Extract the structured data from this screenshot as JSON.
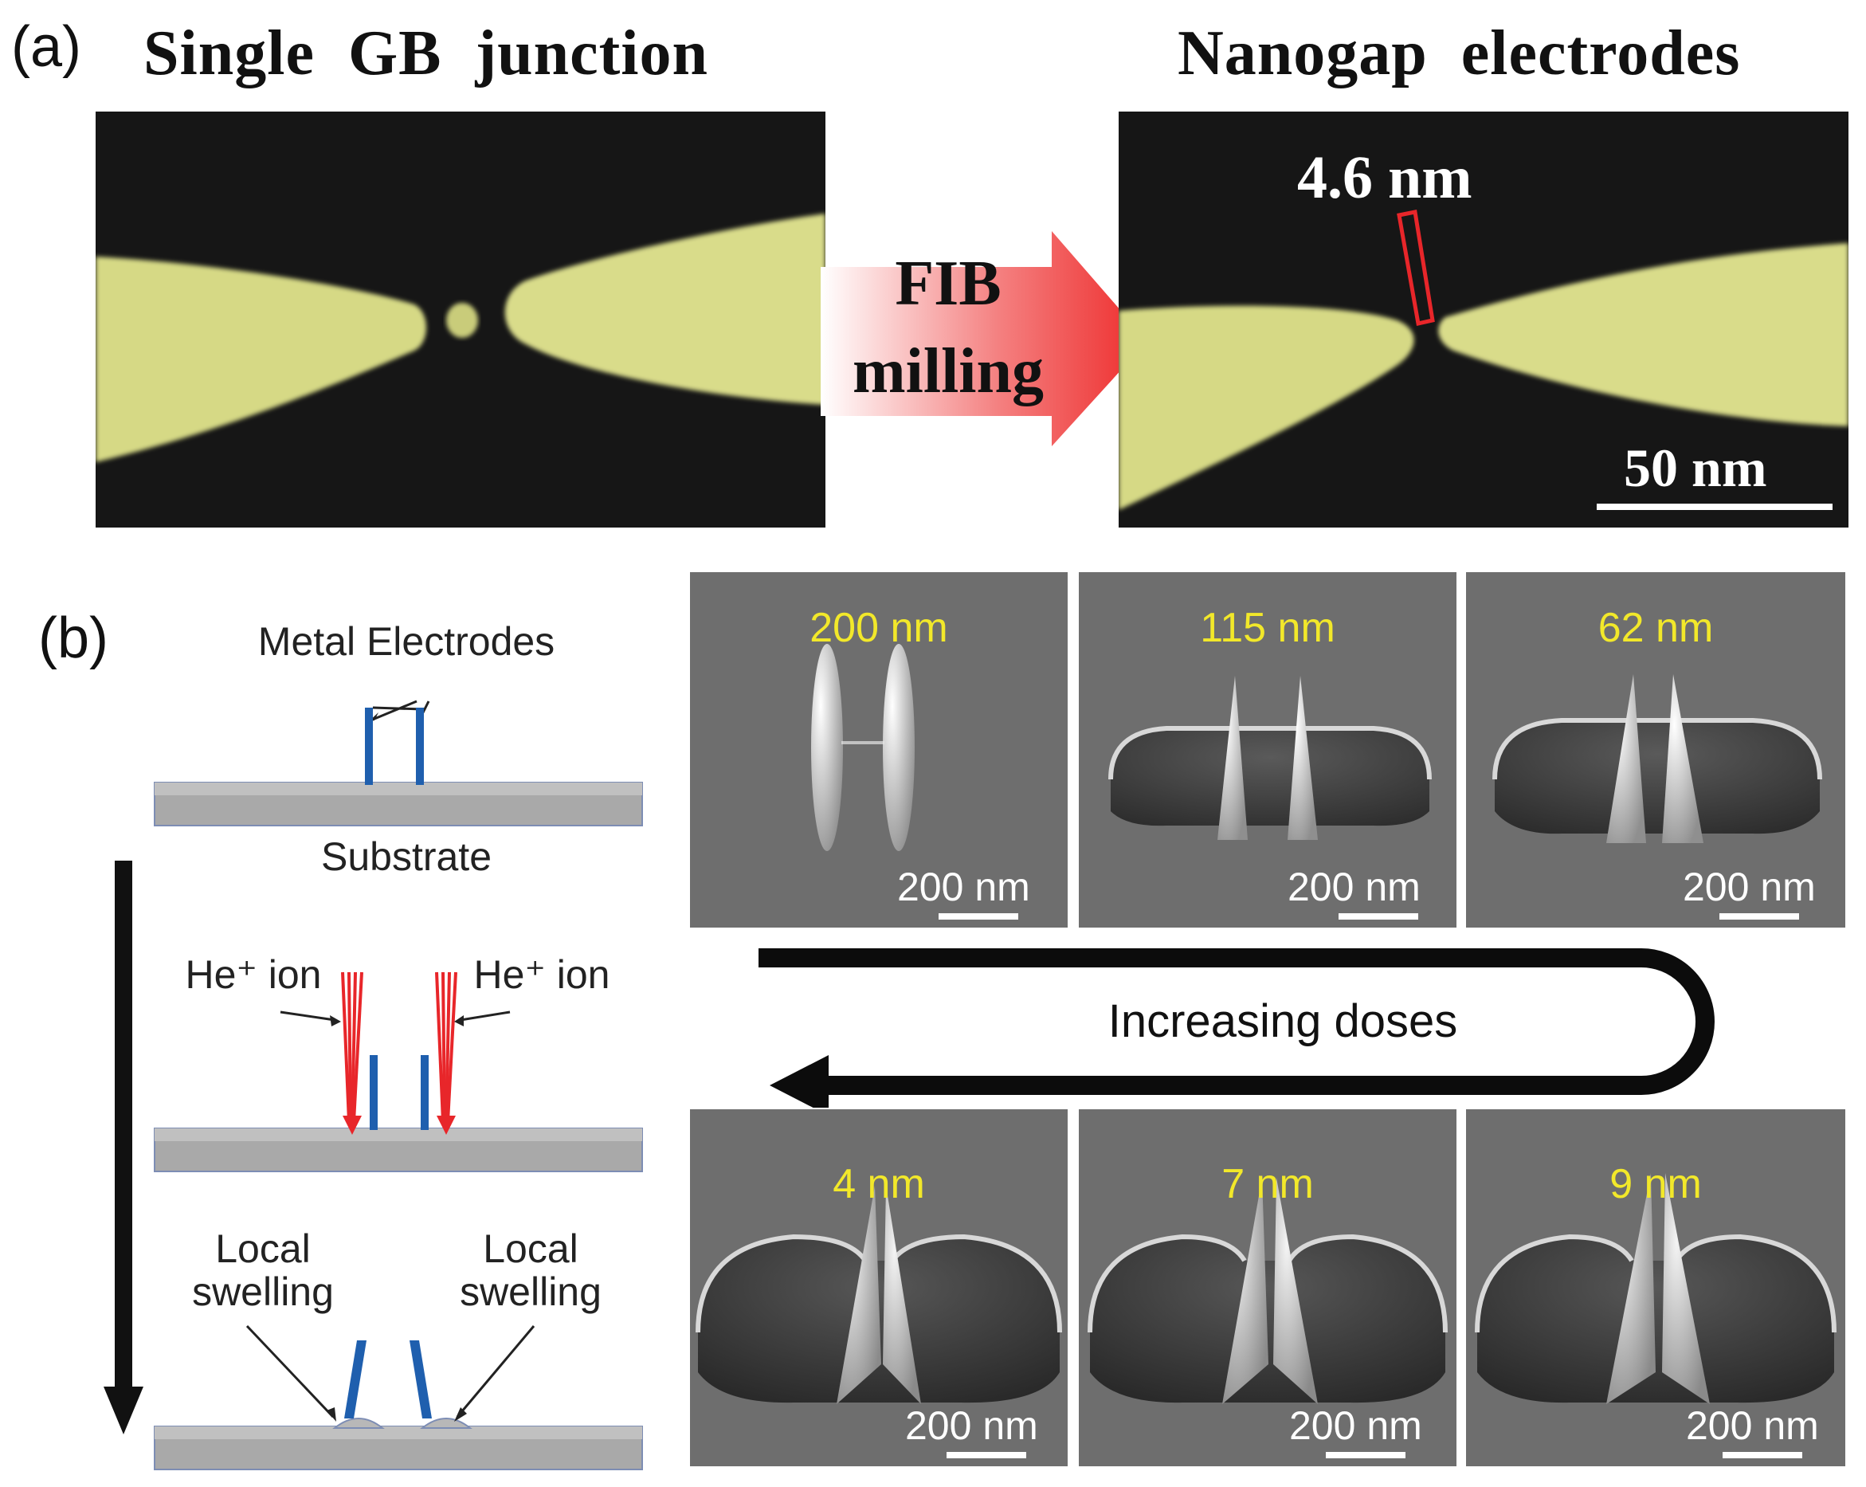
{
  "panel_a": {
    "letter": "(a)",
    "left_title": "Single  GB  junction",
    "right_title": "Nanogap  electrodes",
    "arrow_text_line1": "FIB",
    "arrow_text_line2": "milling",
    "gap_label": "4.6 nm",
    "scale_label": "50 nm"
  },
  "panel_b": {
    "letter": "(b)",
    "schematic": {
      "metal_electrodes": "Metal Electrodes",
      "substrate": "Substrate",
      "he_ion_left": "He⁺ ion",
      "he_ion_right": "He⁺ ion",
      "swelling_left_1": "Local",
      "swelling_left_2": "swelling",
      "swelling_right_1": "Local",
      "swelling_right_2": "swelling"
    },
    "top_row": [
      {
        "gap": "200 nm",
        "scale": "200 nm"
      },
      {
        "gap": "115 nm",
        "scale": "200 nm"
      },
      {
        "gap": "62 nm",
        "scale": "200 nm"
      }
    ],
    "bottom_row": [
      {
        "gap": "4 nm",
        "scale": "200 nm"
      },
      {
        "gap": "7 nm",
        "scale": "200 nm"
      },
      {
        "gap": "9 nm",
        "scale": "200 nm"
      }
    ],
    "dose_label": "Increasing doses"
  },
  "colors": {
    "electrode_yellow": "#d9dc8a",
    "label_yellow": "#f2e82a",
    "arrow_red": "#ee2b2b",
    "schematic_blue": "#1f5fae",
    "ion_red": "#e8262a"
  }
}
